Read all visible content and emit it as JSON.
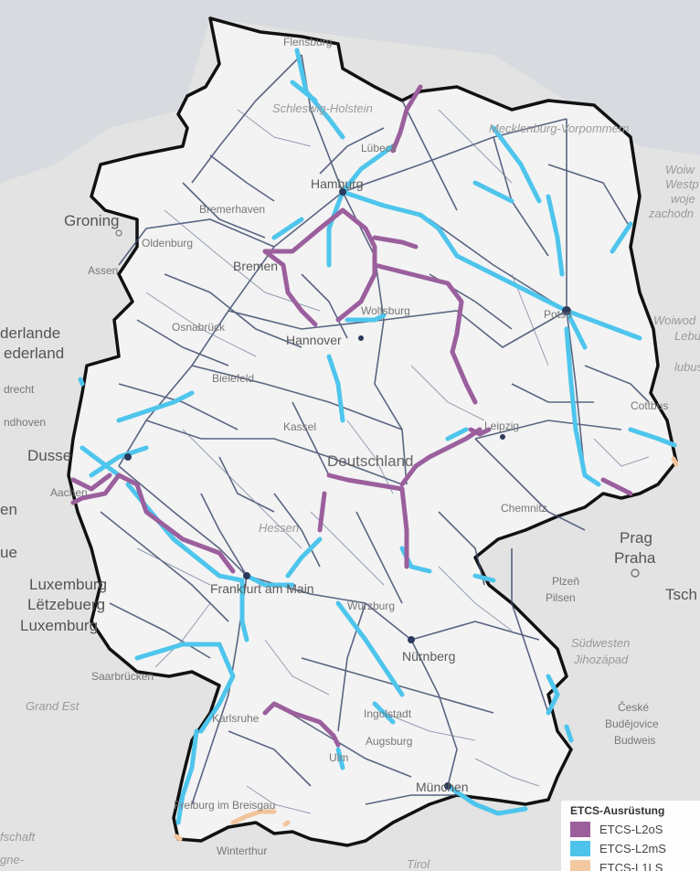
{
  "legend": {
    "title": "ETCS-Ausrüstung",
    "items": [
      {
        "label": "ETCS-L2oS",
        "color": "#9c5f9c"
      },
      {
        "label": "ETCS-L2mS",
        "color": "#4dc3ea"
      },
      {
        "label": "ETCS-L1LS",
        "color": "#f2c9a0"
      }
    ]
  },
  "labels": {
    "deutschland": "Deutschland",
    "groningen": "Groning",
    "assen": "Assen",
    "nederland1": "derlande",
    "nederland2": "ederland",
    "drecht": "drecht",
    "eindhoven": "ndhoven",
    "duesseldorf": "Dusse",
    "aachen": "Aachen",
    "luxemburg1": "Luxemburg",
    "luxemburg2": "Lëtzebuerg",
    "luxemburg3": "Luxemburg",
    "ue": "ue",
    "saarbruecken": "Saarbrücken",
    "grandest": "Grand Est",
    "flensburg": "Flensburg",
    "luebeck": "Lübeck",
    "hamburg": "Hamburg",
    "bremerhaven": "Bremerhaven",
    "oldenburg": "Oldenburg",
    "bremen": "Bremen",
    "osnabrueck": "Osnabrück",
    "bielefeld": "Bielefeld",
    "hannover": "Hannover",
    "wolfsburg": "Wolfsburg",
    "kassel": "Kassel",
    "leipzig": "Leipzig",
    "chemnitz": "Chemnitz",
    "cottbus": "Cottbus",
    "hessen": "Hessen",
    "frankfurt": "Frankfurt am Main",
    "wuerzburg": "Würzburg",
    "nuernberg": "Nürnberg",
    "karlsruhe": "Karlsruhe",
    "ingolstadt": "Ingolstadt",
    "augsburg": "Augsburg",
    "ulm": "Ulm",
    "muenchen": "München",
    "freiburg": "Freiburg im Breisgau",
    "winterthur": "Winterthur",
    "tirol": "Tirol",
    "prag": "Prag",
    "praha": "Praha",
    "plzen": "Plzeň",
    "pilsen": "Pilsen",
    "jihozapad1": "Südwesten",
    "jihozapad2": "Jihozápad",
    "budejovice1": "České",
    "budejovice2": "Budějovice",
    "budweis": "Budweis",
    "tsch": "Tsch",
    "woiw1": "Woiw",
    "westp": "Westp",
    "woje": "woje",
    "zachodn": "zachodn",
    "woiwod": "Woiwod",
    "lebu": "Lebu",
    "lubuska": "lubus",
    "meckl": "Mecklenburg-Vorpommern",
    "schleswig": "Schleswig-Holstein",
    "poznan": "Potsd",
    "ne": "en",
    "fschaft": "fschaft",
    "gne": "gne-"
  },
  "colors": {
    "germany_fill": "#f4f4f4",
    "border": "#111111",
    "rail": "#3b4a6b",
    "water": "#c8d1db"
  }
}
